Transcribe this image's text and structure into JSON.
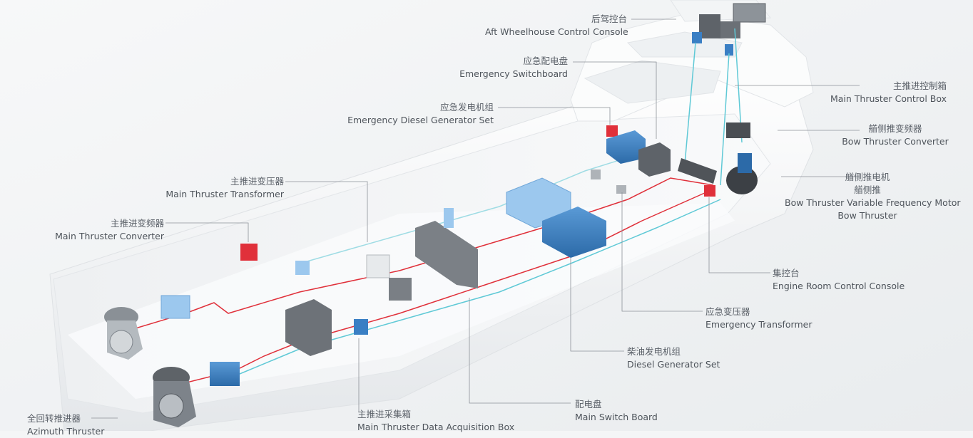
{
  "labels": {
    "aft_wheelhouse": {
      "zh": "后驾控台",
      "en": "Aft Wheelhouse Control Console"
    },
    "emergency_switchboard": {
      "zh": "应急配电盘",
      "en": "Emergency Switchboard"
    },
    "emergency_generator": {
      "zh": "应急发电机组",
      "en": "Emergency Diesel Generator Set"
    },
    "main_thruster_transformer": {
      "zh": "主推进变压器",
      "en": "Main Thruster Transformer"
    },
    "main_thruster_converter": {
      "zh": "主推进变频器",
      "en": "Main Thruster Converter"
    },
    "azimuth_thruster": {
      "zh": "全回转推进器",
      "en": "Azimuth Thruster"
    },
    "data_acquisition": {
      "zh": "主推进采集箱",
      "en": "Main Thruster Data Acquisition Box"
    },
    "main_switch_board": {
      "zh": "配电盘",
      "en": "Main Switch Board"
    },
    "diesel_generator": {
      "zh": "柴油发电机组",
      "en": "Diesel Generator Set"
    },
    "emergency_transformer": {
      "zh": "应急变压器",
      "en": "Emergency Transformer"
    },
    "engine_room_console": {
      "zh": "集控台",
      "en": "Engine Room Control Console"
    },
    "main_thruster_control_box": {
      "zh": "主推进控制箱",
      "en": "Main Thruster Control Box"
    },
    "bow_thruster_converter": {
      "zh": "艏侧推变频器",
      "en": "Bow Thruster Converter"
    },
    "bow_thruster_motor": {
      "zh": "艏侧推电机",
      "en": "Bow Thruster Variable Frequency Motor"
    },
    "bow_thruster": {
      "zh": "艏侧推",
      "en": "Bow Thruster"
    }
  },
  "colors": {
    "hull": "#ffffff",
    "equipment_blue": "#3a7fc4",
    "light_blue": "#9cc8ee",
    "cable_red": "#e0303a",
    "cable_cyan": "#5fc9d6",
    "leader_line": "#8c9198",
    "cabinet_gray": "#6d7278"
  }
}
